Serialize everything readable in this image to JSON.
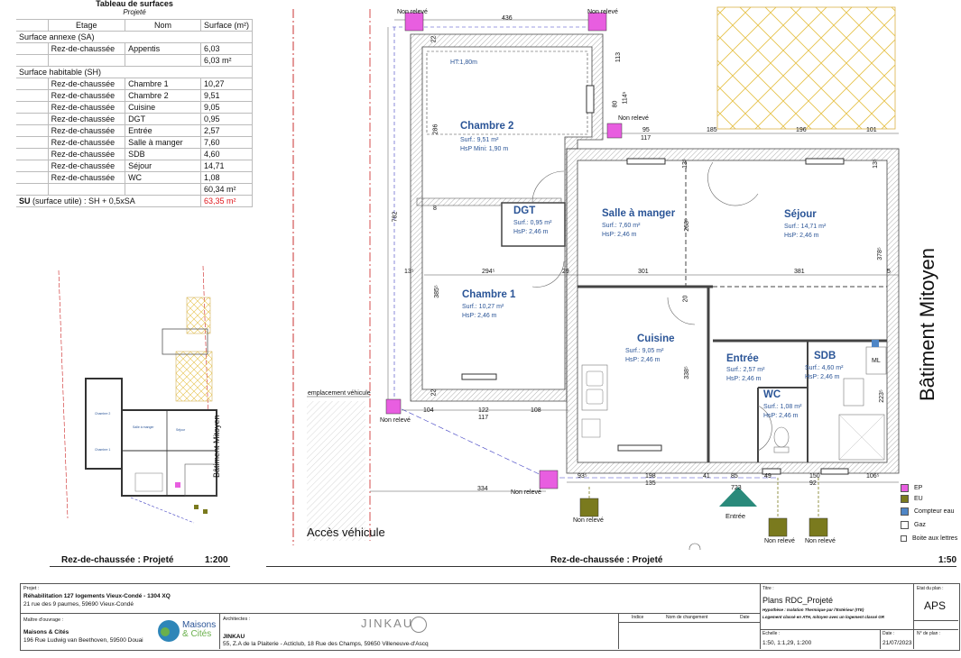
{
  "table": {
    "title": "Tableau de surfaces",
    "subtitle": "Projeté",
    "col_etage": "Etage",
    "col_nom": "Nom",
    "col_surface": "Surface (m²)",
    "sa_label": "Surface annexe (SA)",
    "sa_rows": [
      [
        "Rez-de-chaussée",
        "Appentis",
        "6,03"
      ]
    ],
    "sa_total": "6,03 m²",
    "sh_label": "Surface habitable (SH)",
    "sh_rows": [
      [
        "Rez-de-chaussée",
        "Chambre 1",
        "10,27"
      ],
      [
        "Rez-de-chaussée",
        "Chambre 2",
        "9,51"
      ],
      [
        "Rez-de-chaussée",
        "Cuisine",
        "9,05"
      ],
      [
        "Rez-de-chaussée",
        "DGT",
        "0,95"
      ],
      [
        "Rez-de-chaussée",
        "Entrée",
        "2,57"
      ],
      [
        "Rez-de-chaussée",
        "Salle à manger",
        "7,60"
      ],
      [
        "Rez-de-chaussée",
        "SDB",
        "4,60"
      ],
      [
        "Rez-de-chaussée",
        "Séjour",
        "14,71"
      ],
      [
        "Rez-de-chaussée",
        "WC",
        "1,08"
      ]
    ],
    "sh_total": "60,34 m²",
    "su_label_bold": "SU",
    "su_label": " (surface utile) : SH + 0,5xSA",
    "su_total": "63,35 m²"
  },
  "rooms": [
    {
      "name": "Chambre 2",
      "surf": "Surf.: 9,51 m²",
      "hsp": "HsP Mini: 1,90 m"
    },
    {
      "name": "DGT",
      "surf": "Surf.: 0,95 m²",
      "hsp": "HsP: 2,46 m"
    },
    {
      "name": "Salle à manger",
      "surf": "Surf.: 7,60 m²",
      "hsp": "HsP: 2,46 m"
    },
    {
      "name": "Séjour",
      "surf": "Surf.: 14,71 m²",
      "hsp": "HsP: 2,46 m"
    },
    {
      "name": "Chambre 1",
      "surf": "Surf.: 10,27 m²",
      "hsp": "HsP: 2,46 m"
    },
    {
      "name": "Cuisine",
      "surf": "Surf.: 9,05 m²",
      "hsp": "HsP: 2,46 m"
    },
    {
      "name": "Entrée",
      "surf": "Surf.: 2,57 m²",
      "hsp": "HsP: 2,46 m"
    },
    {
      "name": "SDB",
      "surf": "Surf.: 4,60 m²",
      "hsp": "HsP: 2,46 m"
    },
    {
      "name": "WC",
      "surf": "Surf.: 1,08 m²",
      "hsp": "HsP: 2,46 m"
    }
  ],
  "plan": {
    "batiment_mitoyen": "Bâtiment Mitoyen",
    "non_releve": "Non relevé",
    "acces_vehicule": "Accès véhicule",
    "emplacement_vehicule": "emplacement véhicule",
    "entree": "Entrée",
    "ht": "HT:1,80m",
    "ml": "ML",
    "dims": {
      "top_436": "436",
      "d113": "113",
      "d80": "80",
      "d114": "114⁵",
      "d95": "95",
      "d117": "117",
      "d185": "185",
      "d196": "196",
      "d101": "101",
      "d286": "286",
      "d782": "782",
      "d294": "294⁵",
      "d301": "301",
      "d381": "381",
      "d29": "29",
      "d13a": "13⁵",
      "d13b": "13⁵",
      "d13c": "13⁵",
      "d5": "5",
      "d268": "268⁵",
      "d378": "378⁵",
      "d385": "385⁵",
      "d338": "338⁵",
      "d223": "223⁵",
      "d22a": "22",
      "d22b": "22",
      "d8": "8",
      "d20": "20",
      "d104": "104",
      "d122": "122",
      "d117b": "117",
      "d108": "108",
      "d93": "93⁵",
      "d198": "198",
      "d135": "135",
      "d41": "41",
      "d85": "85",
      "d49": "49",
      "d150": "150",
      "d92": "92",
      "d106": "106⁵",
      "d334": "334",
      "d723": "723"
    }
  },
  "legend": [
    {
      "label": "EP",
      "color": "#e85ee0"
    },
    {
      "label": "EU",
      "color": "#7a7a1e"
    },
    {
      "label": "Compteur eau",
      "color": "#4f86c6"
    },
    {
      "label": "Gaz",
      "color": "#ffffff"
    },
    {
      "label": "Boite aux lettres",
      "color": "#ffffff"
    }
  ],
  "captions": {
    "left_title": "Rez-de-chaussée : Projeté",
    "left_scale": "1:200",
    "right_title": "Rez-de-chaussée : Projeté",
    "right_scale": "1:50"
  },
  "mini": {
    "batiment_mitoyen": "Bâtiment Mitoyen"
  },
  "titleblock": {
    "projet_label": "Projet :",
    "projet_name": "Réhabilitation 127 logements Vieux-Condé - 1304 XQ",
    "projet_addr": "21 rue des 9 paumes, 59690 Vieux-Condé",
    "moa_label": "Maître d'ouvrage :",
    "moa_name": "Maisons & Cités",
    "moa_addr": "196 Rue Ludwig van Beethoven, 59500 Douai",
    "logo_line1": "Maisons",
    "logo_line2": "& Cités",
    "arch_label": "Architectes :",
    "arch_name": "JINKAU",
    "arch_addr": "55, Z.A de la Plaiterie - Acticlub, 18 Rue des Champs, 59650 Villeneuve-d'Ascq",
    "jinkau_logo": "JINKAU",
    "col_indice": "Indice",
    "col_nom_changement": "Nom de changement",
    "col_date": "Date",
    "titre_label": "Titre :",
    "titre": "Plans RDC_Projeté",
    "hyp1": "Hypothèse : Isolation Thermique par l'Extérieur (ITE)",
    "hyp2": "Logement classé en ATH, mitoyen avec un logement classé GR",
    "echelle_label": "Echelle :",
    "echelle": "1:50, 1:1,29, 1:200",
    "date_label": "Date :",
    "date": "21/07/2023",
    "etat_label": "Etat du plan :",
    "etat": "APS",
    "num_label": "N° de plan :"
  }
}
